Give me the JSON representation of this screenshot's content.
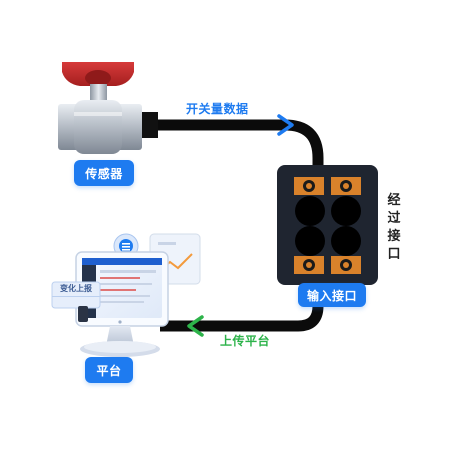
{
  "labels": {
    "sensor": "传感器",
    "input_interface": "输入接口",
    "platform": "平台",
    "switch_data": "开关量数据",
    "upload_platform": "上传平台",
    "via_interface": "经过接口",
    "screen_badge": "变化上报"
  },
  "colors": {
    "accent_blue": "#1e7bf0",
    "flow_label_blue": "#1e7bf0",
    "flow_label_green": "#2db34a",
    "cable": "#0b0b0b",
    "device_body": "#1f2530",
    "terminal_copper": "#d9822b",
    "valve_red": "#c62828"
  },
  "icons": [
    "ball-valve-icon",
    "terminal-block-icon",
    "computer-monitor-icon",
    "arrow-right-icon",
    "arrow-left-icon"
  ]
}
